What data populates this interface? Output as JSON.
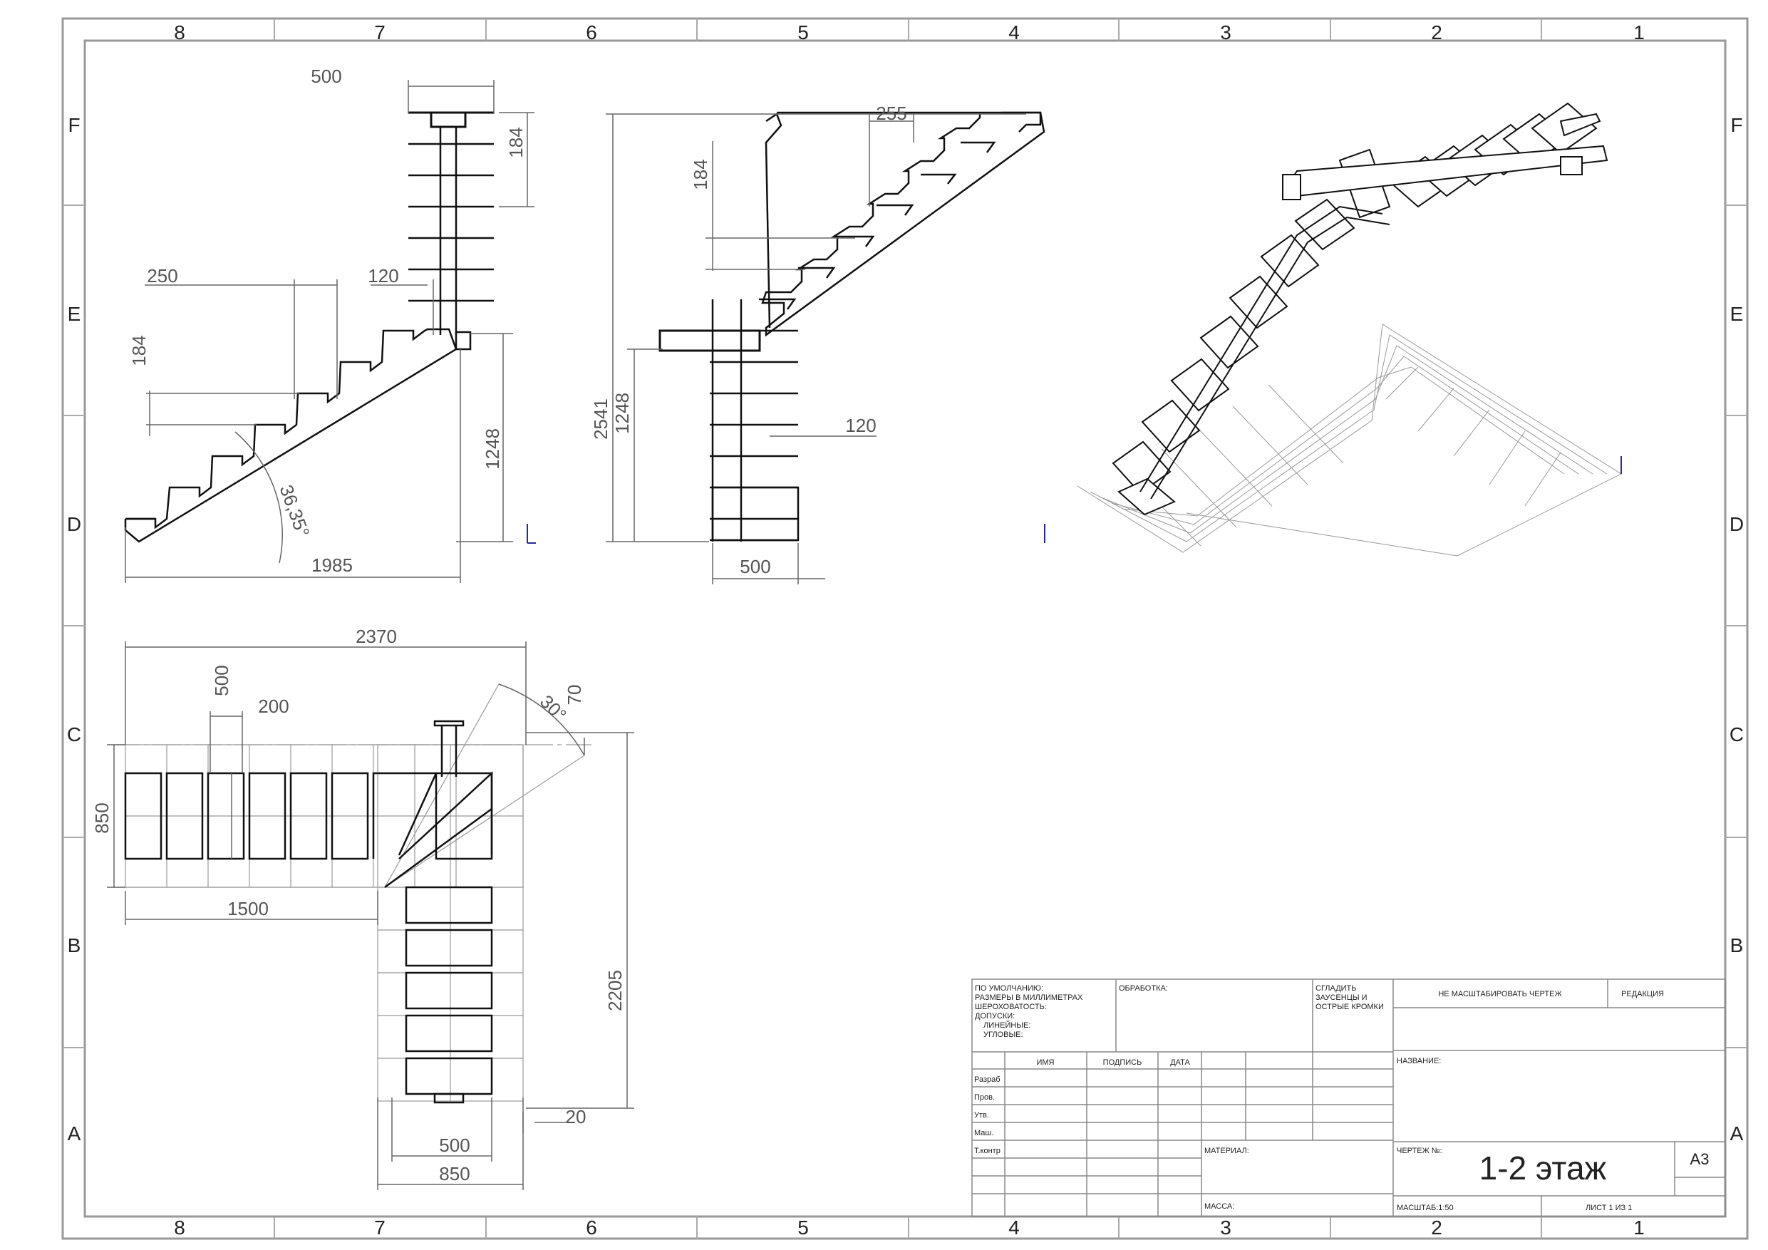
{
  "zones": {
    "columns": [
      "8",
      "7",
      "6",
      "5",
      "4",
      "3",
      "2",
      "1"
    ],
    "rows": [
      "F",
      "E",
      "D",
      "C",
      "B",
      "A"
    ]
  },
  "side_view": {
    "dim_top_width": "500",
    "dim_riser": "184",
    "dim_tread": "250",
    "dim_stringer": "120",
    "dim_riser_left": "184",
    "dim_height": "1248",
    "dim_angle": "36,35°",
    "dim_length": "1985"
  },
  "front_view": {
    "dim_tread": "255",
    "dim_riser": "184",
    "dim_total_height": "2541",
    "dim_lower_height": "1248",
    "dim_stringer": "120",
    "dim_width": "500"
  },
  "plan_view": {
    "dim_total_width": "2370",
    "dim_tread_depth": "500",
    "dim_spacing": "200",
    "dim_angle": "30°",
    "dim_offset": "70",
    "dim_flight_width": "850",
    "dim_lower_length": "1500",
    "dim_total_depth": "2205",
    "dim_gap": "20",
    "dim_upper_width": "500",
    "dim_upper_flight_width": "850"
  },
  "title_block": {
    "defaults": [
      "ПО УМОЛЧАНИЮ:",
      "РАЗМЕРЫ В МИЛЛИМЕТРАХ",
      "ШЕРОХОВАТОСТЬ:",
      "ДОПУСКИ:",
      "ЛИНЕЙНЫЕ:",
      "УГЛОВЫЕ:"
    ],
    "processing": "ОБРАБОТКА:",
    "deburr": [
      "СГЛАДИТЬ",
      "ЗАУСЕНЦЫ И",
      "ОСТРЫЕ КРОМКИ"
    ],
    "no_scale": "НЕ МАСШТАБИРОВАТЬ ЧЕРТЕЖ",
    "revision": "РЕДАКЦИЯ",
    "col_name": "ИМЯ",
    "col_signature": "ПОДПИСЬ",
    "col_date": "ДАТА",
    "roles": [
      "Разраб",
      "Пров.",
      "Утв.",
      "Маш.",
      "Т.контр"
    ],
    "title_label": "НАЗВАНИЕ:",
    "material_label": "МАТЕРИАЛ:",
    "drawing_no_label": "ЧЕРТЕЖ №:",
    "drawing_title": "1-2 этаж",
    "sheet_size": "A3",
    "mass_label": "МАССА:",
    "scale": "МАСШТАБ:1:50",
    "sheet": "ЛИСТ 1 ИЗ 1"
  }
}
